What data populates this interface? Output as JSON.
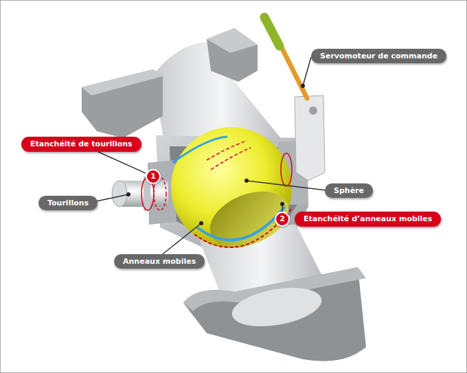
{
  "diagram": {
    "nodes": [
      {
        "text": [
          "Servomoteur de commande"
        ]
      },
      {
        "text": [
          "Etanchéité de tourillons"
        ]
      },
      {
        "text": [
          "1"
        ]
      },
      {
        "text": [
          "Sphère"
        ]
      },
      {
        "text": [
          "Tourillons"
        ]
      },
      {
        "text": [
          "2"
        ]
      },
      {
        "text": [
          "Etanchéité d’anneaux mobiles"
        ]
      },
      {
        "text": [
          "Anneaux mobiles"
        ]
      }
    ],
    "edges": [
      {
        "from": 1,
        "to": 2,
        "arrow": "none"
      }
    ]
  }
}
